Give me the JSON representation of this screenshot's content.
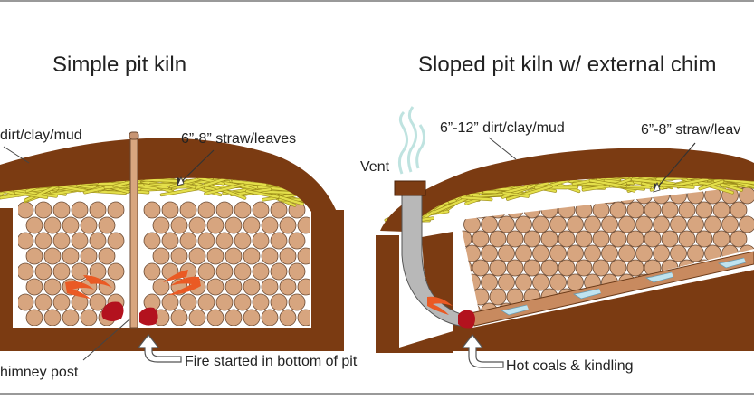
{
  "diagram": {
    "left": {
      "title": "Simple pit kiln",
      "labels": {
        "dirt": "dirt/clay/mud",
        "straw": "6”-8” straw/leaves",
        "chimney": "himney post",
        "fire": "Fire started in bottom of pit"
      }
    },
    "right": {
      "title": "Sloped pit kiln w/ external chim",
      "labels": {
        "vent": "Vent",
        "dirt": "6”-12” dirt/clay/mud",
        "straw": "6”-8” straw/leav",
        "coals": "Hot coals & kindling"
      }
    },
    "colors": {
      "earth": "#7b3b12",
      "earth_dark": "#5e2a0a",
      "straw": "#e3df4a",
      "pot": "#d7a57f",
      "pot_stroke": "#6b4a33",
      "flame": "#ea5a24",
      "coal": "#b3121e",
      "chimney": "#b8b8b8",
      "smoke": "#bfe3e0",
      "air": "#bfe3ef"
    }
  }
}
